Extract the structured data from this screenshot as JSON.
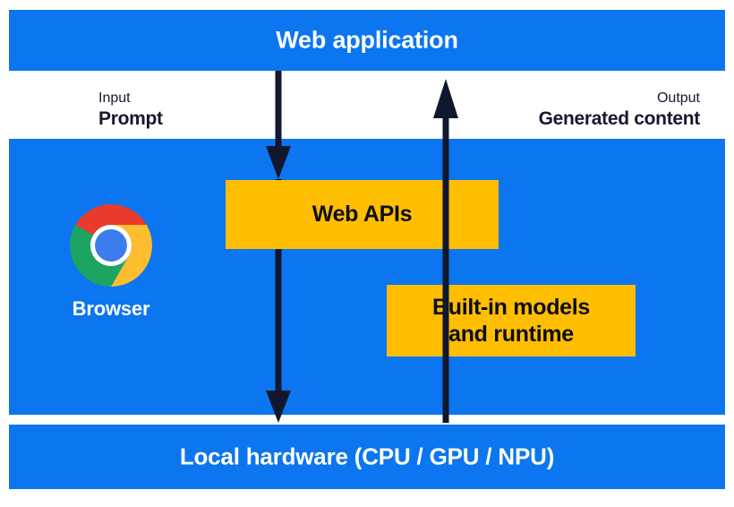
{
  "diagram": {
    "title": "Built-in AI architecture",
    "colors": {
      "band_blue": "#0b76ef",
      "box_yellow": "#ffbe00",
      "arrow_navy": "#10172e",
      "text_dark": "#17182e",
      "text_light": "#ffffff"
    },
    "bands": {
      "top": {
        "label": "Web application"
      },
      "middle": {
        "label": "Browser"
      },
      "bottom": {
        "label": "Local hardware (CPU / GPU / NPU)"
      }
    },
    "annotations": {
      "input": {
        "kicker": "Input",
        "label": "Prompt"
      },
      "output": {
        "kicker": "Output",
        "label": "Generated content"
      }
    },
    "boxes": {
      "web_apis": {
        "label": "Web APIs"
      },
      "builtin_models": {
        "line1": "Built-in models",
        "line2": "and runtime"
      }
    },
    "icons": {
      "browser": "chrome-logo-icon",
      "flow_down": "arrow-down-icon",
      "flow_up": "arrow-up-icon"
    }
  }
}
